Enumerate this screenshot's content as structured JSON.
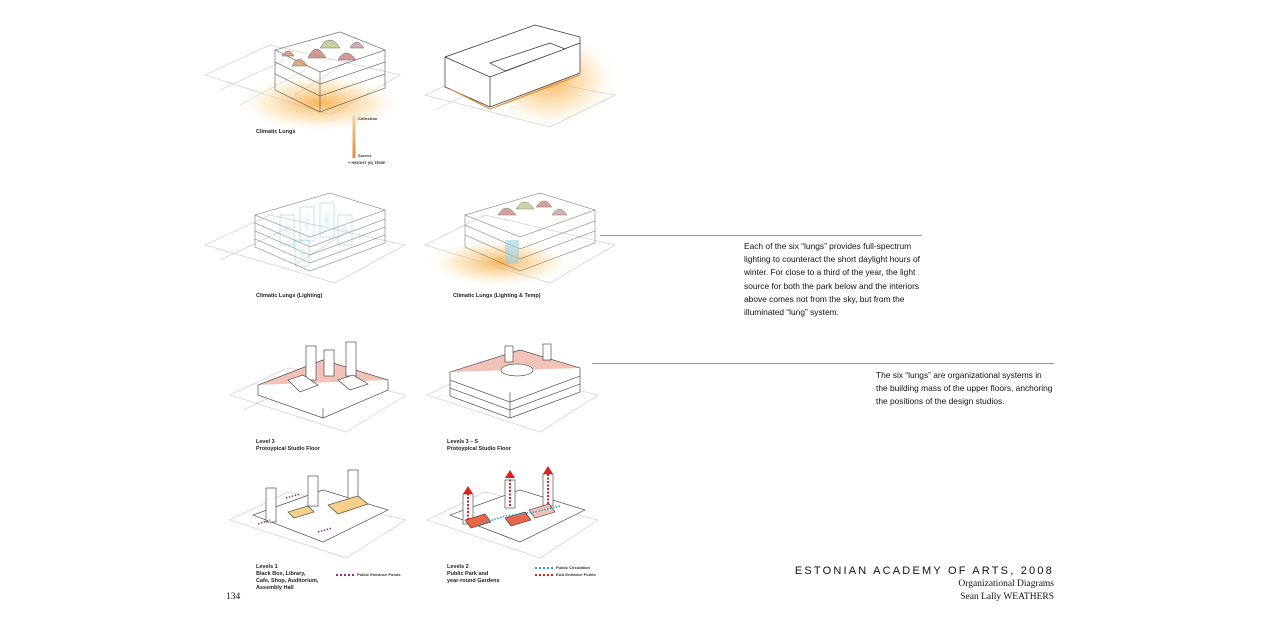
{
  "captions": {
    "climatic_lungs": "Climatic Lungs",
    "lighting": "Climatic Lungs (Lighting)",
    "lighting_temp": "Climatic Lungs (Lighting & Temp)",
    "level3": "Level 3\nProtoypical Studio Floor",
    "level35": "Levels 3 – 5\nProtoypical Studio Floor",
    "level1": "Levels 1\nBlack Box, Library,\nCafe, Shop, Auditorium,\nAssembly Hall",
    "level2": "Levels 2\nPublic Park and\nyear-round Gardens"
  },
  "temp_scale": {
    "top": "Collection",
    "bottom": "Source",
    "axis": "+ HEIGHT (ft)      TEMP"
  },
  "legends": {
    "public_entrance": "Public Entrance Points",
    "public_circulation": "Public Circulation",
    "eaa_entrance": "EAA Entrance Points",
    "colors": {
      "purple": "#a0288c",
      "blue": "#2b9fd0",
      "red": "#e0201c"
    }
  },
  "texts": {
    "paragraph1": "Each of the six “lungs” provides full-spectrum lighting to counteract the short daylight hours of winter. For close to a third of the year, the light source for both the park below and the interiors above comes not from the sky, but from the illuminated “lung” system.",
    "paragraph2": "The six “lungs” are organizational systems in the building mass of the upper floors, anchoring the positions of the design studios."
  },
  "footer": {
    "title": "ESTONIAN ACADEMY OF ARTS, 2008",
    "subtitle": "Organizational Diagrams",
    "author": "Sean Lally WEATHERS",
    "page_number": "134"
  },
  "colors": {
    "glow": "#f5b04a",
    "floor_pink": "#f2c2b8",
    "lung_blue": "#9fcfe6",
    "rule": "#9a9a9a"
  }
}
